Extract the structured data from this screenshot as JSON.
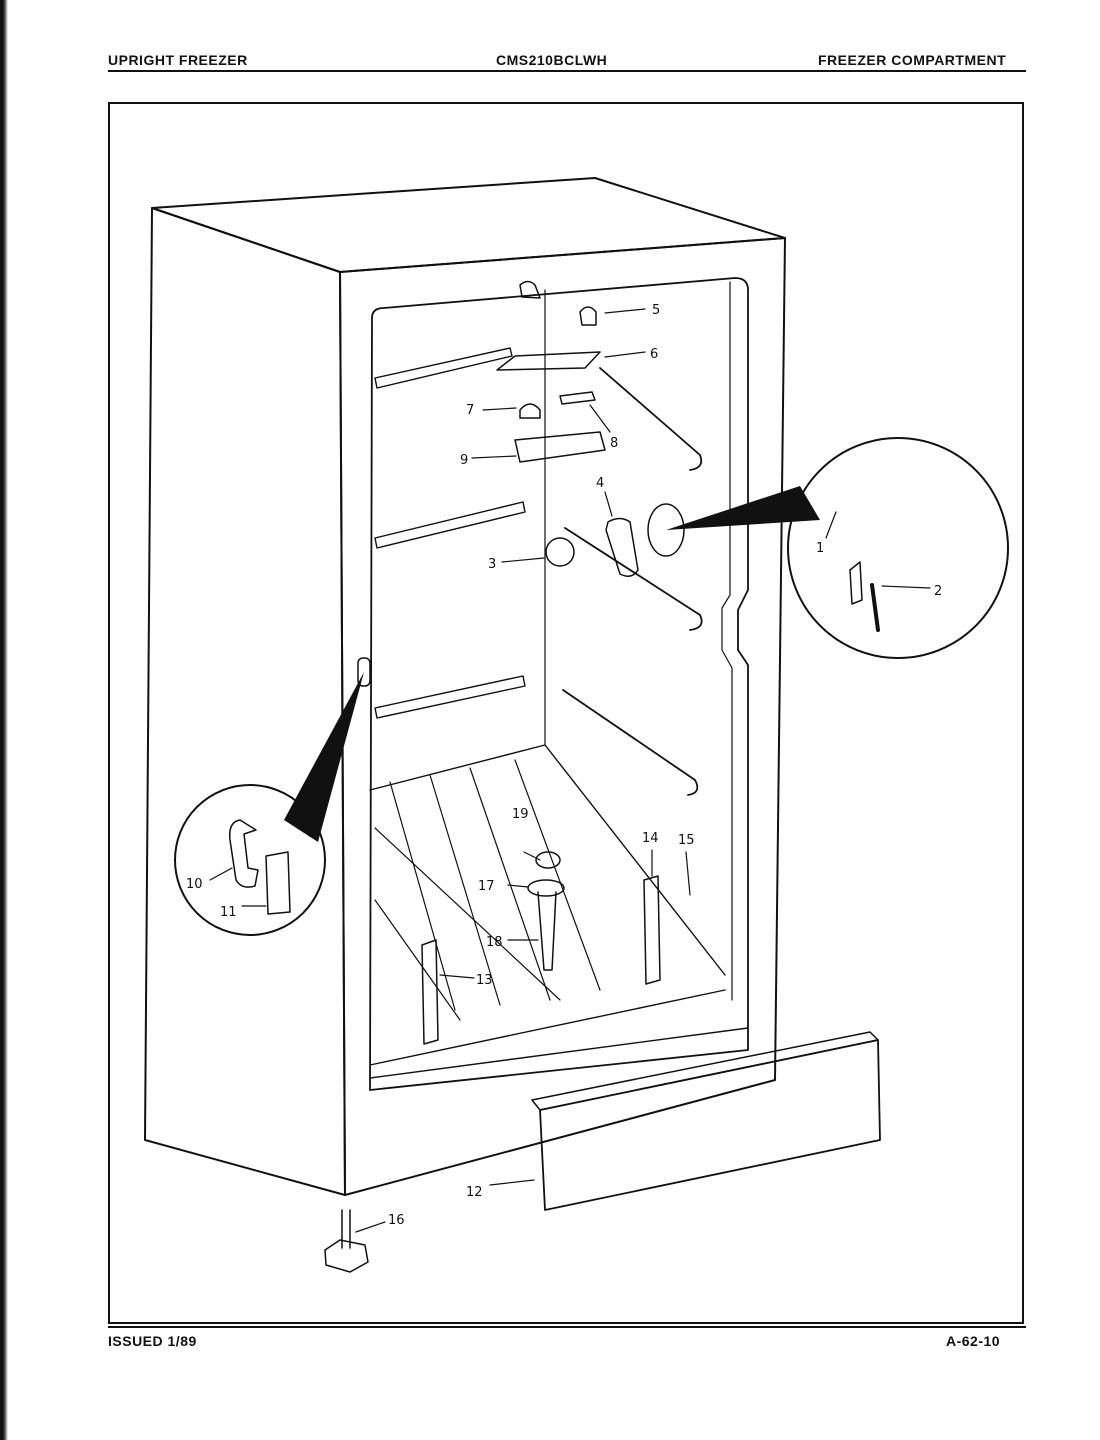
{
  "header": {
    "left": "UPRIGHT FREEZER",
    "center": "CMS210BCLWH",
    "right": "FREEZER COMPARTMENT"
  },
  "footer": {
    "left": "ISSUED 1/89",
    "right": "A-62-10"
  },
  "callouts": [
    "1",
    "2",
    "3",
    "4",
    "5",
    "6",
    "7",
    "8",
    "9",
    "10",
    "11",
    "12",
    "13",
    "14",
    "15",
    "16",
    "17",
    "18",
    "19"
  ]
}
